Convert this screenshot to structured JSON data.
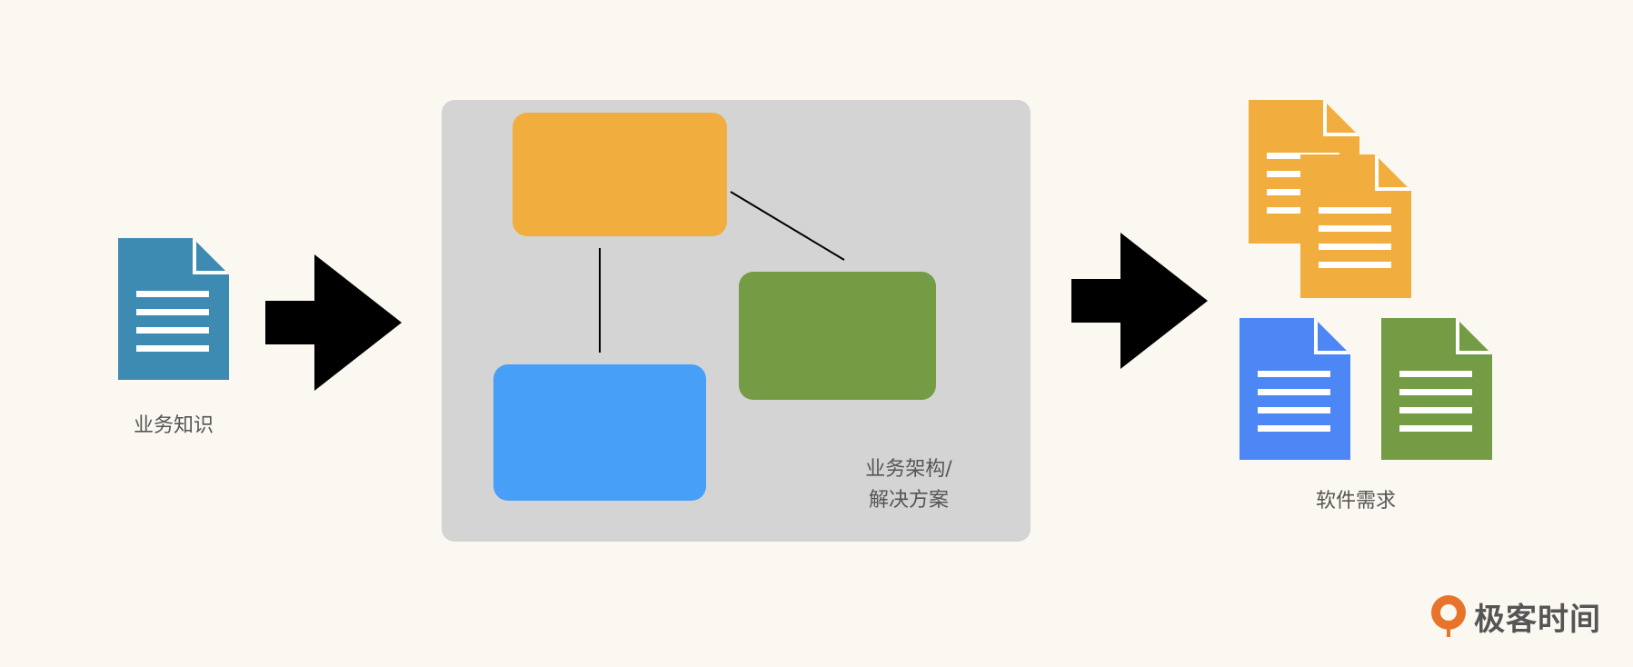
{
  "left": {
    "label": "业务知识",
    "doc_color": "#3d8ab3"
  },
  "middle": {
    "label_line1": "业务架构/",
    "label_line2": "解决方案",
    "panel_color": "#d4d4d4",
    "node_colors": {
      "orange": "#f1ae3e",
      "green": "#739c44",
      "blue": "#489ff8"
    }
  },
  "right": {
    "label": "软件需求",
    "doc_colors": {
      "orange": "#f1ae3e",
      "blue": "#4d86f5",
      "green": "#739c44"
    }
  },
  "brand": {
    "name": "极客时间",
    "accent": "#e8742c"
  }
}
